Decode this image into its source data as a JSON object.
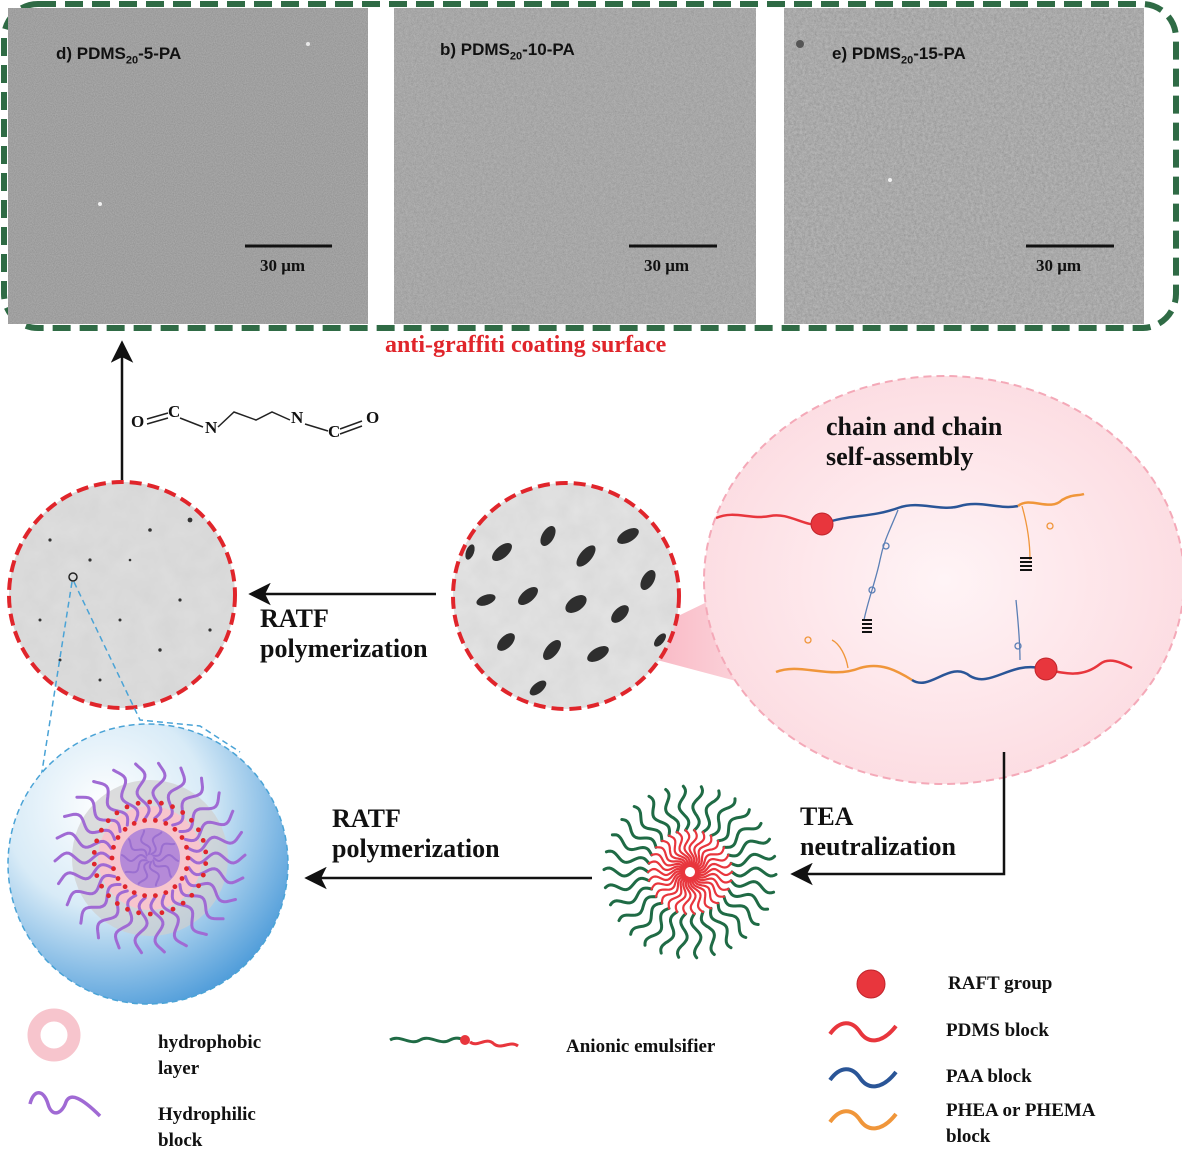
{
  "sem_panels": [
    {
      "prefix": "d) PDMS",
      "sub": "20",
      "suffix": "-5-PA",
      "scale": "30 μm"
    },
    {
      "prefix": "b) PDMS",
      "sub": "20",
      "suffix": "-10-PA",
      "scale": "30 μm"
    },
    {
      "prefix": "e) PDMS",
      "sub": "20",
      "suffix": "-15-PA",
      "scale": "30 μm"
    }
  ],
  "coating_title": "anti-graffiti coating surface",
  "reagent": {
    "o1": "O",
    "c1": "C",
    "n1": "N",
    "n2": "N",
    "c2": "C",
    "o2": "O"
  },
  "bubble_title": {
    "line1": "chain and chain",
    "line2": "self-assembly"
  },
  "ratf_top": {
    "line1": "RATF",
    "line2": "polymerization"
  },
  "ratf_bottom": {
    "line1": "RATF",
    "line2": "polymerization"
  },
  "tea": {
    "line1": "TEA",
    "line2": "neutralization"
  },
  "legend": {
    "hydrophobic": {
      "line1": "hydrophobic",
      "line2": "layer"
    },
    "hydrophilic": {
      "line1": "Hydrophilic",
      "line2": "block"
    },
    "anionic": "Anionic emulsifier",
    "raft": "RAFT group",
    "pdms": "PDMS block",
    "paa": "PAA block",
    "phea": {
      "line1": "PHEA or PHEMA",
      "line2": "block"
    }
  },
  "colors": {
    "frame_green": "#2f6b45",
    "accent_red": "#e0252b",
    "pdms_red": "#e8363d",
    "paa_blue": "#2a5597",
    "phea_orange": "#f0963a",
    "emulsifier_green": "#1f6b45",
    "hydrophilic_purple": "#a06ad4"
  }
}
